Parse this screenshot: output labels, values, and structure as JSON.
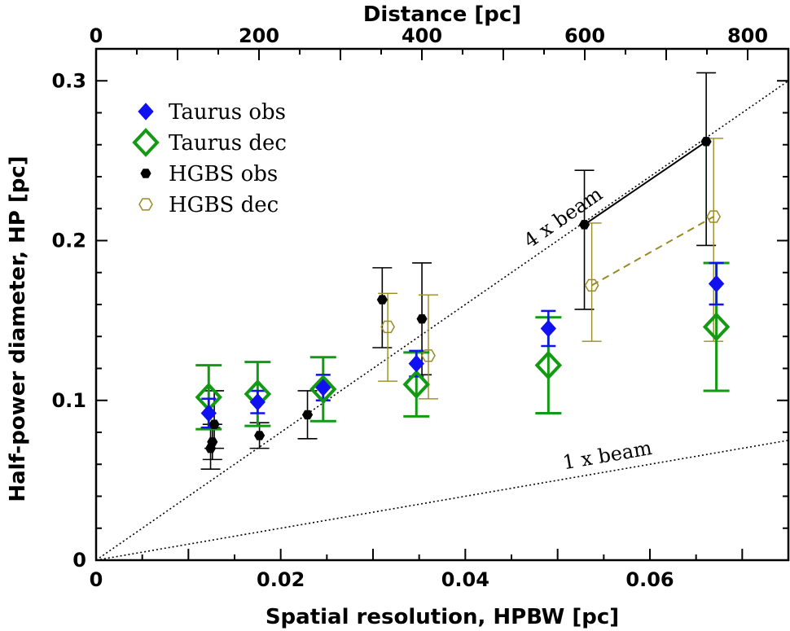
{
  "chart_data": {
    "type": "scatter",
    "xlabel": "Spatial resolution, HPBW [pc]",
    "ylabel": "Half-power diameter, HP [pc]",
    "top_xlabel": "Distance [pc]",
    "xlim": [
      0,
      0.075
    ],
    "ylim": [
      0,
      0.32
    ],
    "top_xlim": [
      0,
      850
    ],
    "x_ticks": [
      "0",
      "0.02",
      "0.04",
      "0.06"
    ],
    "x_tick_values": [
      0,
      0.02,
      0.04,
      0.06
    ],
    "y_ticks": [
      "0",
      "0.1",
      "0.2",
      "0.3"
    ],
    "y_tick_values": [
      0,
      0.1,
      0.2,
      0.3
    ],
    "top_ticks": [
      "0",
      "200",
      "400",
      "600",
      "800"
    ],
    "top_tick_values": [
      0,
      200,
      400,
      600,
      800
    ],
    "grid": false,
    "legend_position": "top-left",
    "reference_lines": [
      {
        "label": "4 x beam",
        "slope": 4
      },
      {
        "label": "1 x beam",
        "slope": 1
      }
    ],
    "series": [
      {
        "name": "Taurus obs",
        "marker": "filled-diamond",
        "color": "#1010f0",
        "points": [
          {
            "x": 0.0122,
            "y": 0.092,
            "lo": 0.083,
            "hi": 0.101
          },
          {
            "x": 0.0175,
            "y": 0.099,
            "lo": 0.092,
            "hi": 0.106
          },
          {
            "x": 0.0246,
            "y": 0.108,
            "lo": 0.1,
            "hi": 0.116
          },
          {
            "x": 0.0347,
            "y": 0.123,
            "lo": 0.115,
            "hi": 0.131
          },
          {
            "x": 0.049,
            "y": 0.145,
            "lo": 0.134,
            "hi": 0.156
          },
          {
            "x": 0.0672,
            "y": 0.173,
            "lo": 0.16,
            "hi": 0.186
          }
        ]
      },
      {
        "name": "Taurus dec",
        "marker": "open-diamond",
        "color": "#139a13",
        "points": [
          {
            "x": 0.0122,
            "y": 0.102,
            "lo": 0.082,
            "hi": 0.122
          },
          {
            "x": 0.0175,
            "y": 0.104,
            "lo": 0.084,
            "hi": 0.124
          },
          {
            "x": 0.0246,
            "y": 0.107,
            "lo": 0.087,
            "hi": 0.127
          },
          {
            "x": 0.0347,
            "y": 0.11,
            "lo": 0.09,
            "hi": 0.13
          },
          {
            "x": 0.049,
            "y": 0.122,
            "lo": 0.092,
            "hi": 0.152
          },
          {
            "x": 0.0672,
            "y": 0.146,
            "lo": 0.106,
            "hi": 0.186
          }
        ]
      },
      {
        "name": "HGBS obs",
        "marker": "filled-hexagon",
        "color": "#000000",
        "points": [
          {
            "x": 0.0124,
            "y": 0.07,
            "lo": 0.057,
            "hi": 0.083
          },
          {
            "x": 0.0126,
            "y": 0.074,
            "lo": 0.063,
            "hi": 0.085
          },
          {
            "x": 0.0128,
            "y": 0.085,
            "lo": 0.07,
            "hi": 0.106
          },
          {
            "x": 0.0177,
            "y": 0.078,
            "lo": 0.07,
            "hi": 0.086
          },
          {
            "x": 0.0229,
            "y": 0.091,
            "lo": 0.076,
            "hi": 0.106
          },
          {
            "x": 0.031,
            "y": 0.163,
            "lo": 0.133,
            "hi": 0.183
          },
          {
            "x": 0.0353,
            "y": 0.151,
            "lo": 0.116,
            "hi": 0.186
          },
          {
            "x": 0.0529,
            "y": 0.21,
            "lo": 0.157,
            "hi": 0.244
          },
          {
            "x": 0.0661,
            "y": 0.262,
            "lo": 0.197,
            "hi": 0.305
          }
        ]
      },
      {
        "name": "HGBS dec",
        "marker": "open-hexagon",
        "color": "#9a8a25",
        "points": [
          {
            "x": 0.0316,
            "y": 0.146,
            "lo": 0.112,
            "hi": 0.167
          },
          {
            "x": 0.036,
            "y": 0.128,
            "lo": 0.101,
            "hi": 0.166
          },
          {
            "x": 0.0537,
            "y": 0.172,
            "lo": 0.137,
            "hi": 0.211
          },
          {
            "x": 0.0669,
            "y": 0.215,
            "lo": 0.137,
            "hi": 0.264
          }
        ]
      }
    ],
    "connectors": [
      {
        "series": "HGBS obs",
        "from": [
          0.0529,
          0.21
        ],
        "to": [
          0.0661,
          0.262
        ],
        "style": "solid"
      },
      {
        "series": "HGBS dec",
        "from": [
          0.0537,
          0.172
        ],
        "to": [
          0.0669,
          0.215
        ],
        "style": "dashed"
      }
    ]
  }
}
